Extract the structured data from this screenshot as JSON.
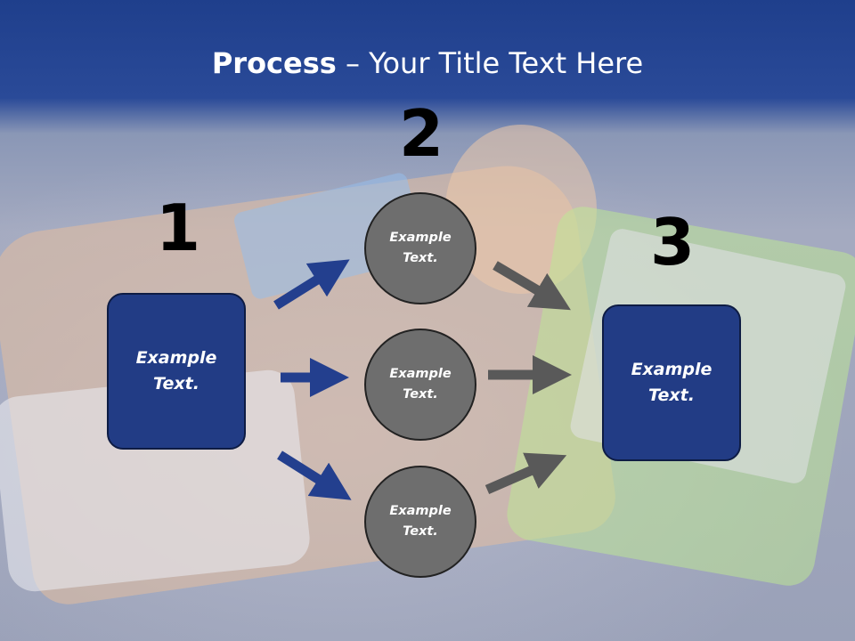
{
  "title": {
    "strong": "Process",
    "rest": " – Your Title Text Here"
  },
  "steps": {
    "one": {
      "number": "1",
      "text": "Example Text."
    },
    "two": {
      "number": "2"
    },
    "three": {
      "number": "3",
      "text": "Example Text."
    }
  },
  "circles": [
    {
      "text": "Example Text."
    },
    {
      "text": "Example Text."
    },
    {
      "text": "Example Text."
    }
  ],
  "colors": {
    "box_fill": "#223c85",
    "circle_fill": "#6e6e6e",
    "arrow_blue": "#233f8e",
    "arrow_gray": "#595959",
    "title_bar": "#1f3f8c"
  }
}
